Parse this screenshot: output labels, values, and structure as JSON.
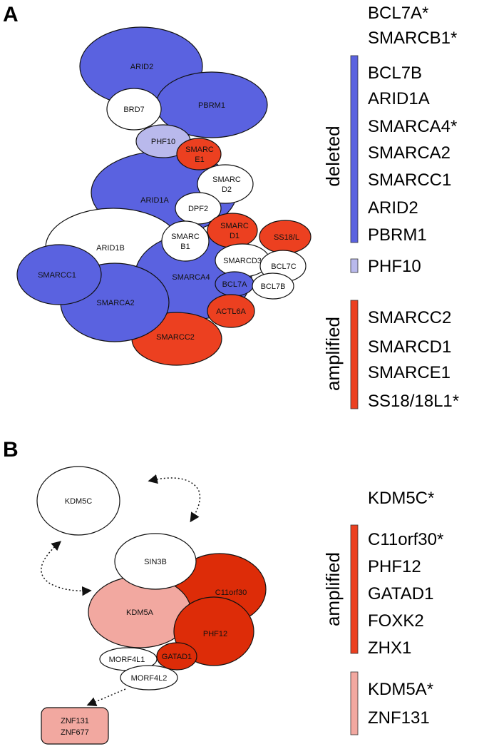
{
  "colors": {
    "blue": "#5a62e0",
    "light_purple": "#b9b9ec",
    "red": "#ec4020",
    "dark_red": "#dd2c08",
    "pink": "#f2a8a0",
    "white": "#ffffff",
    "stroke": "#111111"
  },
  "panel_a": {
    "letter": "A",
    "nodes": {
      "arid2": "ARID2",
      "pbrm1": "PBRM1",
      "brd7": "BRD7",
      "phf10": "PHF10",
      "smarce1": [
        "SMARC",
        "E1"
      ],
      "arid1a": "ARID1A",
      "smarcd2": [
        "SMARC",
        "D2"
      ],
      "dpf2": "DPF2",
      "arid1b": "ARID1B",
      "smarcb1": [
        "SMARC",
        "B1"
      ],
      "smarcd1": [
        "SMARC",
        "D1"
      ],
      "ss18l": "SS18/L",
      "smarcd3": "SMARCD3",
      "bcl7c": "BCL7C",
      "smarcc1": "SMARCC1",
      "smarca4": "SMARCA4",
      "bcl7a": "BCL7A",
      "bcl7b": "BCL7B",
      "smarca2": "SMARCA2",
      "actl6a": "ACTL6A",
      "smarcc2": "SMARCC2"
    },
    "list_top": [
      "BCL7A*",
      "SMARCB1*"
    ],
    "deleted_label": "deleted",
    "deleted": [
      "BCL7B",
      "ARID1A",
      "SMARCA4*",
      "SMARCA2",
      "SMARCC1",
      "ARID2",
      "PBRM1"
    ],
    "phf10_item": "PHF10",
    "amplified_label": "amplified",
    "amplified": [
      "SMARCC2",
      "SMARCD1",
      "SMARCE1",
      "SS18/18L1*"
    ]
  },
  "panel_b": {
    "letter": "B",
    "nodes": {
      "kdm5c": "KDM5C",
      "sin3b": "SIN3B",
      "c11orf30": "C11orf30",
      "kdm5a": "KDM5A",
      "phf12": "PHF12",
      "morf4l1": "MORF4L1",
      "gatad1": "GATAD1",
      "morf4l2": "MORF4L2",
      "znf_box": [
        "ZNF131",
        "ZNF677"
      ]
    },
    "list_top": [
      "KDM5C*"
    ],
    "amplified_label": "amplified",
    "amplified": [
      "C11orf30*",
      "PHF12",
      "GATAD1",
      "FOXK2",
      "ZHX1"
    ],
    "pink_items": [
      "KDM5A*",
      "ZNF131"
    ]
  }
}
